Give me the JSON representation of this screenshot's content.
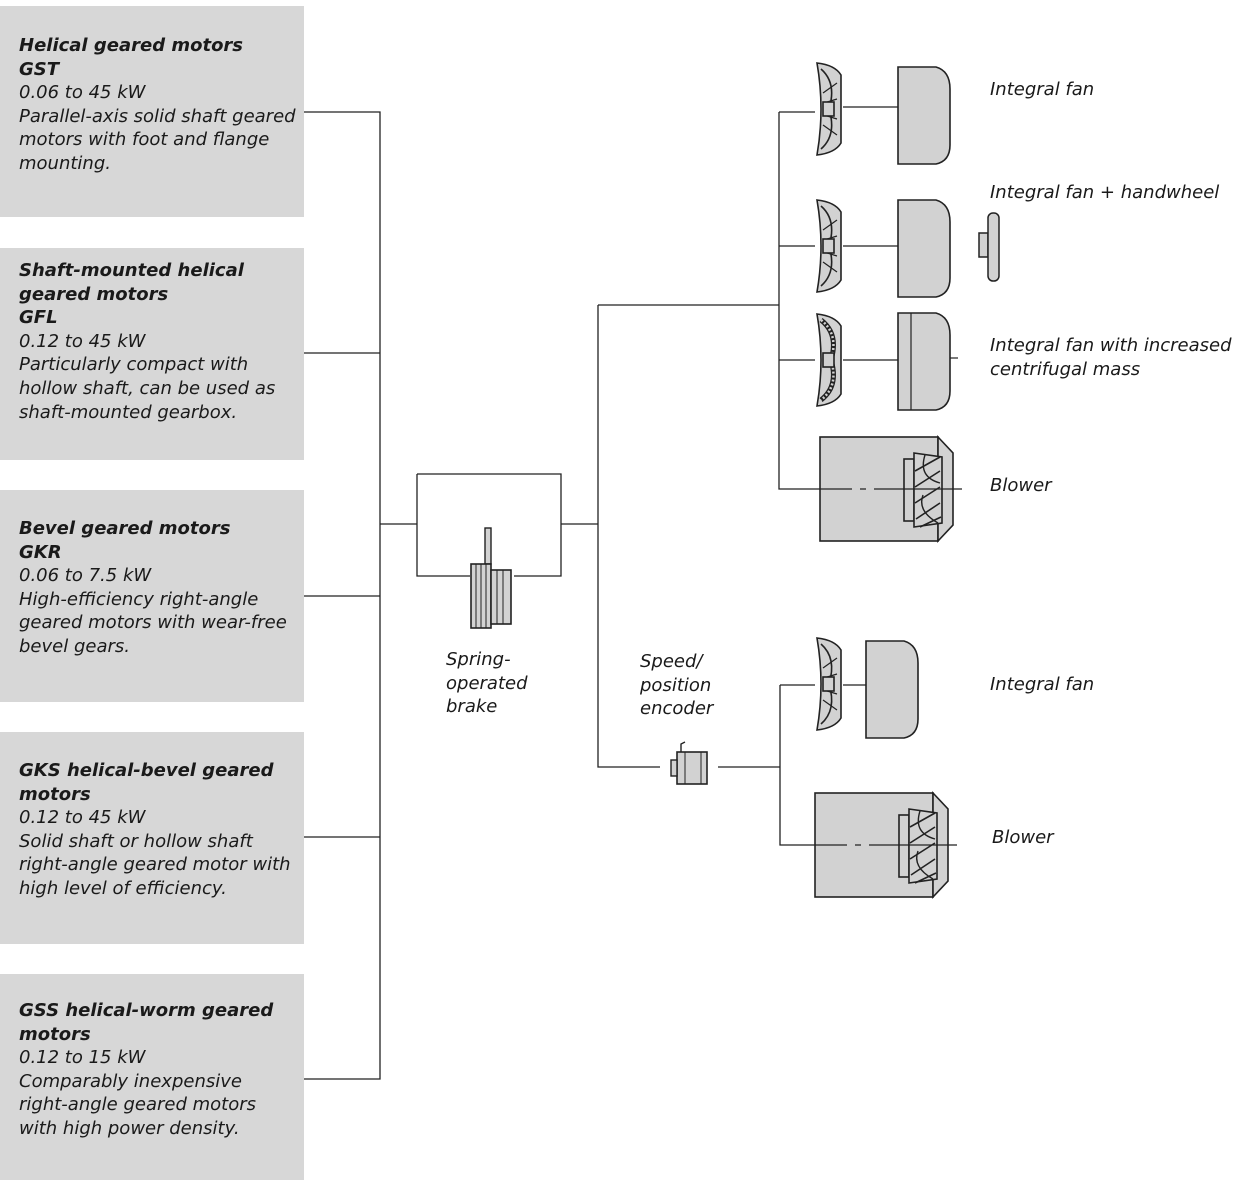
{
  "motors": [
    {
      "title": "Helical geared motors",
      "code": "GST",
      "power": "0.06 to 45 kW",
      "description": "Parallel-axis solid shaft geared motors with foot and flange mounting."
    },
    {
      "title": "Shaft-mounted helical geared motors",
      "code": "GFL",
      "power": "0.12 to 45 kW",
      "description": "Particularly compact with hollow shaft, can be used as shaft-mounted gearbox."
    },
    {
      "title": "Bevel geared motors",
      "code": "GKR",
      "power": "0.06 to 7.5 kW",
      "description": "High-efficiency right-angle geared motors with wear-free bevel gears."
    },
    {
      "title": "GKS helical-bevel geared motors",
      "code": "",
      "power": "0.12 to 45 kW",
      "description": "Solid shaft or hollow shaft right-angle geared motor with high level of efficiency."
    },
    {
      "title": "GSS helical-worm geared motors",
      "code": "",
      "power": "0.12 to 15 kW",
      "description": "Comparably inexpensive right-angle geared motors with high power density."
    }
  ],
  "brake": {
    "label_lines": [
      "Spring-",
      "operated",
      "brake"
    ]
  },
  "encoder": {
    "label_lines": [
      "Speed/",
      "position",
      "encoder"
    ]
  },
  "upper_options": [
    {
      "label_lines": [
        "Integral fan"
      ]
    },
    {
      "label_lines": [
        "Integral fan + handwheel"
      ]
    },
    {
      "label_lines": [
        "Integral fan with increased",
        "centrifugal mass"
      ]
    },
    {
      "label_lines": [
        "Blower"
      ]
    }
  ],
  "lower_options": [
    {
      "label_lines": [
        "Integral fan"
      ]
    },
    {
      "label_lines": [
        "Blower"
      ]
    }
  ]
}
